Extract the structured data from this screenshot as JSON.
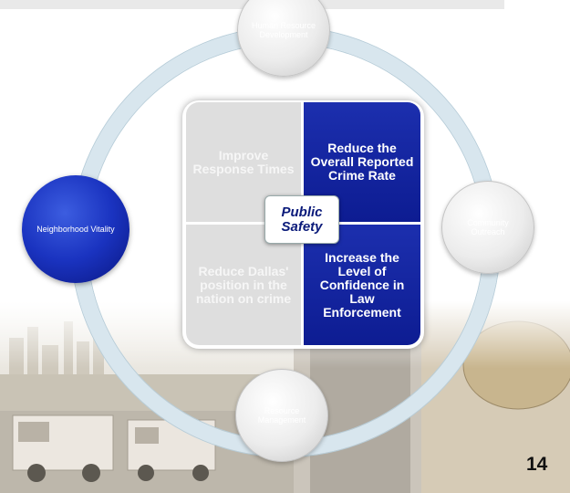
{
  "center": {
    "label": "Public Safety"
  },
  "quadrants": {
    "top_left": "Improve Response Times",
    "top_right": "Reduce the Overall Reported Crime Rate",
    "bottom_left": "Reduce Dallas' position in the nation on crime",
    "bottom_right": "Increase the Level of Confidence in Law Enforcement"
  },
  "nodes": {
    "top": "Human Resource Development",
    "left": "Neighborhood Vitality",
    "right": "Community Outreach",
    "bottom": "Resource Management"
  },
  "page_number": "14",
  "colors": {
    "accent_blue": "#1428a8",
    "quadrant_gray": "#dedede",
    "ring": "#d8e6ee"
  }
}
